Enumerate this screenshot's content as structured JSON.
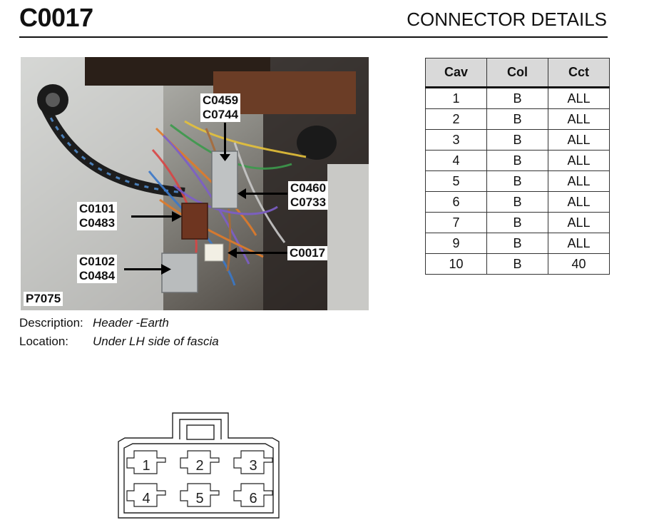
{
  "header": {
    "code": "C0017",
    "section_title": "CONNECTOR DETAILS"
  },
  "photo": {
    "reference": "P7075",
    "callouts": [
      {
        "lines": [
          "C0459",
          "C0744"
        ]
      },
      {
        "lines": [
          "C0460",
          "C0733"
        ]
      },
      {
        "lines": [
          "C0101",
          "C0483"
        ]
      },
      {
        "lines": [
          "C0017"
        ]
      },
      {
        "lines": [
          "C0102",
          "C0484"
        ]
      }
    ]
  },
  "description": {
    "label": "Description:",
    "value": "Header -Earth"
  },
  "location": {
    "label": "Location:",
    "value": "Under LH side of fascia"
  },
  "table": {
    "headers": [
      "Cav",
      "Col",
      "Cct"
    ],
    "rows": [
      [
        "1",
        "B",
        "ALL"
      ],
      [
        "2",
        "B",
        "ALL"
      ],
      [
        "3",
        "B",
        "ALL"
      ],
      [
        "4",
        "B",
        "ALL"
      ],
      [
        "5",
        "B",
        "ALL"
      ],
      [
        "6",
        "B",
        "ALL"
      ],
      [
        "7",
        "B",
        "ALL"
      ],
      [
        "9",
        "B",
        "ALL"
      ],
      [
        "10",
        "B",
        "40"
      ]
    ]
  },
  "pinout": {
    "pins": [
      "1",
      "2",
      "3",
      "4",
      "5",
      "6"
    ]
  }
}
